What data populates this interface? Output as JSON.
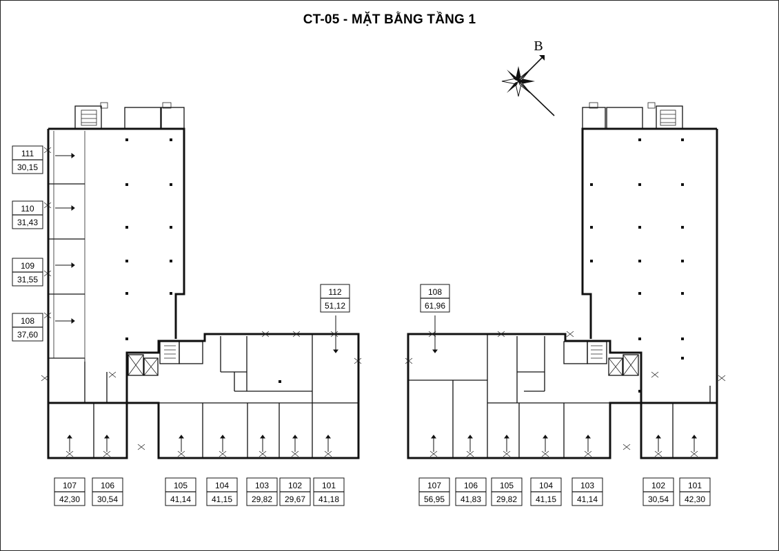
{
  "title": "CT-05 - MẶT BẰNG TẦNG 1",
  "compass": {
    "north_label": "B",
    "icon": "compass-rose-icon"
  },
  "left_wing": {
    "units": [
      {
        "code": "111",
        "area": "30,15"
      },
      {
        "code": "110",
        "area": "31,43"
      },
      {
        "code": "109",
        "area": "31,55"
      },
      {
        "code": "108",
        "area": "37,60"
      },
      {
        "code": "112",
        "area": "51,12"
      },
      {
        "code": "107",
        "area": "42,30"
      },
      {
        "code": "106",
        "area": "30,54"
      },
      {
        "code": "105",
        "area": "41,14"
      },
      {
        "code": "104",
        "area": "41,15"
      },
      {
        "code": "103",
        "area": "29,82"
      },
      {
        "code": "102",
        "area": "29,67"
      },
      {
        "code": "101",
        "area": "41,18"
      }
    ]
  },
  "right_wing": {
    "units": [
      {
        "code": "108",
        "area": "61,96"
      },
      {
        "code": "107",
        "area": "56,95"
      },
      {
        "code": "106",
        "area": "41,83"
      },
      {
        "code": "105",
        "area": "29,82"
      },
      {
        "code": "104",
        "area": "41,15"
      },
      {
        "code": "103",
        "area": "41,14"
      },
      {
        "code": "102",
        "area": "30,54"
      },
      {
        "code": "101",
        "area": "42,30"
      }
    ]
  }
}
